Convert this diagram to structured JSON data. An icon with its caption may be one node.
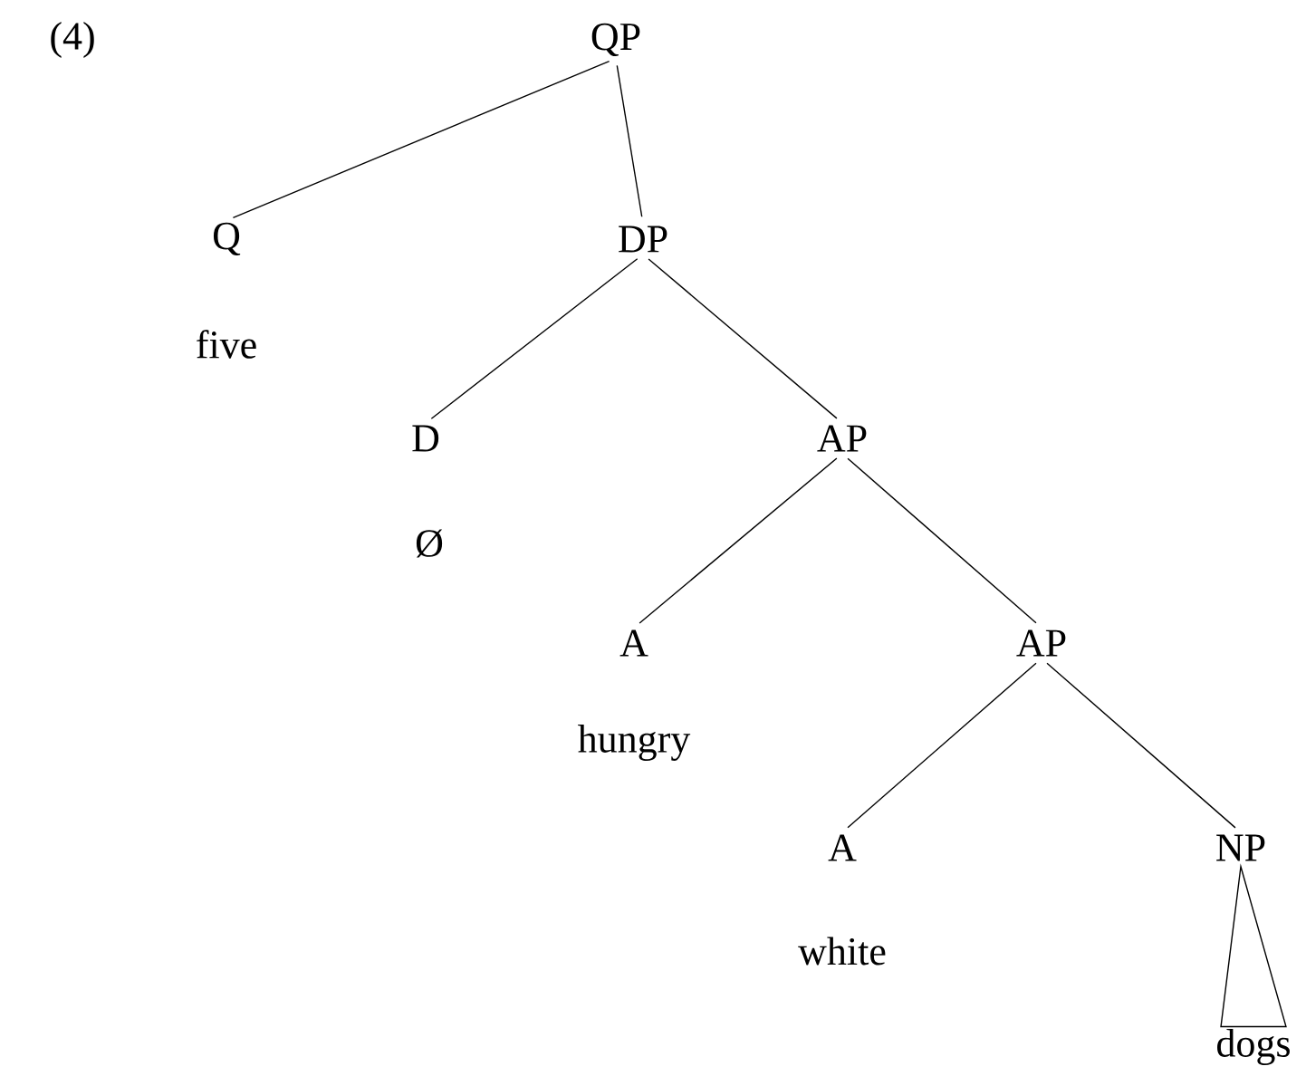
{
  "diagram": {
    "nodes": [
      {
        "text": [
          "QP"
        ]
      },
      {
        "text": [
          "Q"
        ],
        "beside": [
          "five"
        ]
      },
      {
        "text": [
          "DP"
        ]
      },
      {
        "text": [
          "D"
        ],
        "beside": [
          "Ø"
        ]
      },
      {
        "text": [
          "AP"
        ]
      },
      {
        "text": [
          "A"
        ],
        "beside": [
          "hungry"
        ]
      },
      {
        "text": [
          "AP"
        ]
      },
      {
        "text": [
          "A"
        ],
        "beside": [
          "white"
        ]
      },
      {
        "text": [
          "NP"
        ]
      },
      {
        "text": [
          "dogs"
        ]
      }
    ],
    "edges": [
      {
        "from": 0,
        "to": 1,
        "arrow": "none"
      },
      {
        "from": 0,
        "to": 2,
        "arrow": "none"
      },
      {
        "from": 2,
        "to": 3,
        "arrow": "none"
      },
      {
        "from": 2,
        "to": 4,
        "arrow": "none"
      },
      {
        "from": 4,
        "to": 5,
        "arrow": "none"
      },
      {
        "from": 4,
        "to": 6,
        "arrow": "none"
      },
      {
        "from": 6,
        "to": 7,
        "arrow": "none"
      },
      {
        "from": 6,
        "to": 8,
        "arrow": "none"
      },
      {
        "from": 8,
        "to": 9,
        "arrow": "none"
      }
    ],
    "labels": [
      "(4)"
    ]
  }
}
